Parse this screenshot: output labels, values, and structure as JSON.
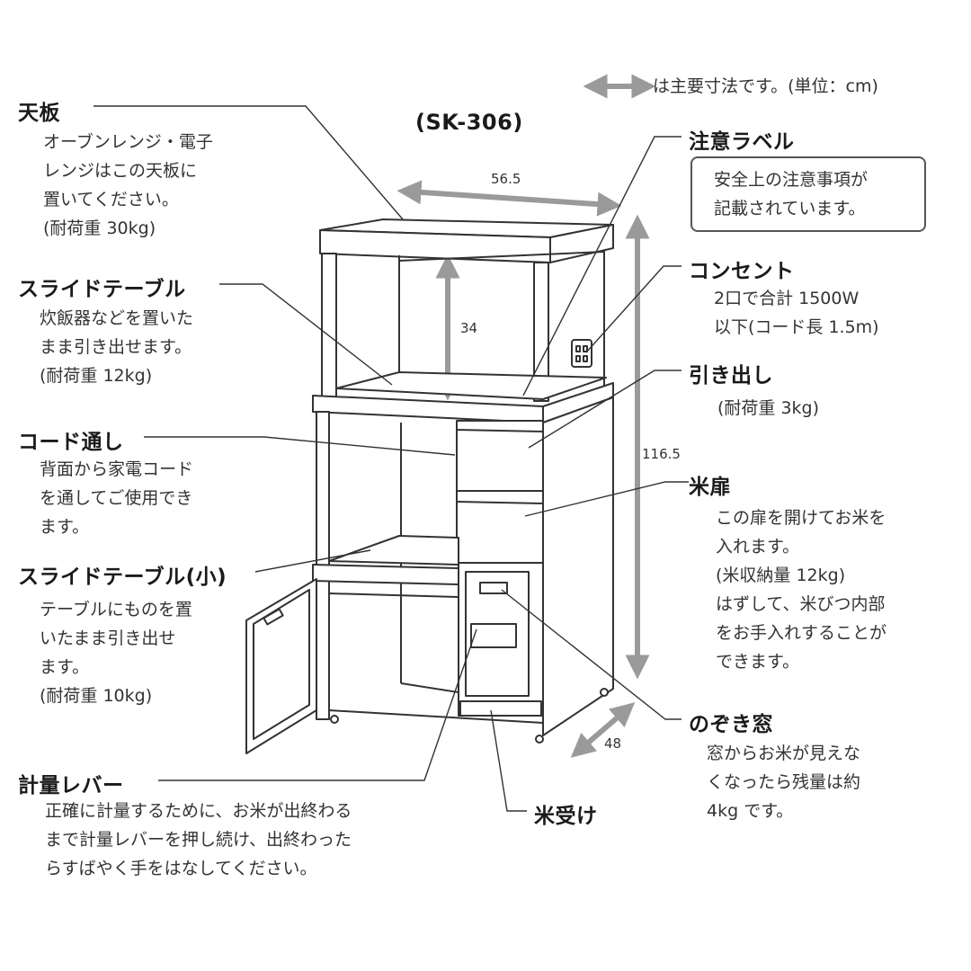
{
  "legend": {
    "text": "は主要寸法です。(単位：cm)"
  },
  "model": "(SK-306)",
  "dimensions": {
    "width": "56.5",
    "shelf_height": "34",
    "total_height": "116.5",
    "depth": "48"
  },
  "callouts": {
    "top_plate": {
      "title": "天板",
      "lines": [
        "オーブンレンジ・電子",
        "レンジはこの天板に",
        "置いてください。",
        "(耐荷重 30kg)"
      ]
    },
    "slide_table": {
      "title": "スライドテーブル",
      "lines": [
        "炊飯器などを置いた",
        "まま引き出せます。",
        "(耐荷重 12kg)"
      ]
    },
    "cord_hole": {
      "title": "コード通し",
      "lines": [
        "背面から家電コード",
        "を通してご使用でき",
        "ます。"
      ]
    },
    "slide_table_small": {
      "title": "スライドテーブル(小)",
      "lines": [
        "テーブルにものを置",
        "いたまま引き出せ",
        "ます。",
        "(耐荷重 10kg)"
      ]
    },
    "measure_lever": {
      "title": "計量レバー",
      "lines": [
        "正確に計量するために、お米が出終わる",
        "まで計量レバーを押し続け、出終わった",
        "らすばやく手をはなしてください。"
      ]
    },
    "caution_label": {
      "title": "注意ラベル",
      "lines": [
        "安全上の注意事項が",
        "記載されています。"
      ]
    },
    "outlet": {
      "title": "コンセント",
      "lines": [
        "2口で合計 1500W",
        "以下(コード長 1.5m)"
      ]
    },
    "drawer": {
      "title": "引き出し",
      "lines": [
        "(耐荷重 3kg)"
      ]
    },
    "rice_door": {
      "title": "米扉",
      "lines": [
        "この扉を開けてお米を",
        "入れます。",
        "(米収納量 12kg)",
        "はずして、米びつ内部",
        "をお手入れすることが",
        "できます。"
      ]
    },
    "peek_window": {
      "title": "のぞき窓",
      "lines": [
        "窓からお米が見えな",
        "くなったら残量は約",
        "4kg です。"
      ]
    },
    "rice_tray": {
      "title": "米受け"
    }
  }
}
